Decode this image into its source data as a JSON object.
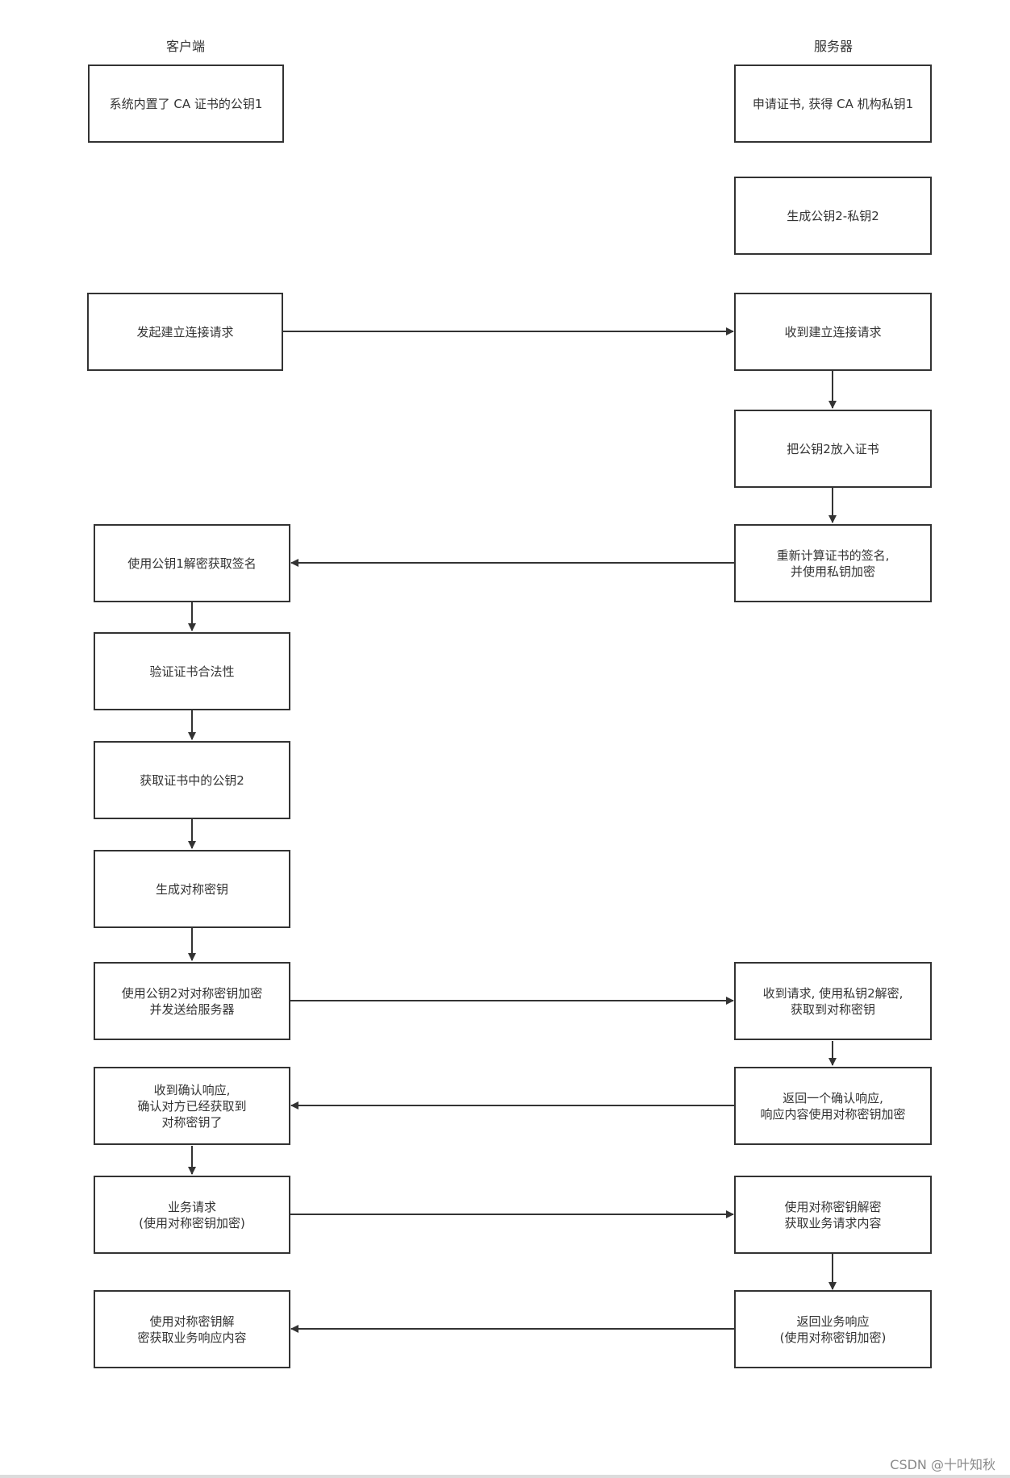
{
  "columns": {
    "client": "客户端",
    "server": "服务器"
  },
  "boxes": {
    "c1": "系统内置了 CA 证书的公钥1",
    "c2": "发起建立连接请求",
    "c3": "使用公钥1解密获取签名",
    "c4": "验证证书合法性",
    "c5": "获取证书中的公钥2",
    "c6": "生成对称密钥",
    "c7": "使用公钥2对对称密钥加密\n并发送给服务器",
    "c8": "收到确认响应,\n确认对方已经获取到\n对称密钥了",
    "c9": "业务请求\n(使用对称密钥加密)",
    "c10": "使用对称密钥解\n密获取业务响应内容",
    "s1": "申请证书, 获得 CA 机构私钥1",
    "s2": "生成公钥2-私钥2",
    "s3": "收到建立连接请求",
    "s4": "把公钥2放入证书",
    "s5": "重新计算证书的签名,\n并使用私钥加密",
    "s6": "收到请求, 使用私钥2解密,\n获取到对称密钥",
    "s7": "返回一个确认响应,\n响应内容使用对称密钥加密",
    "s8": "使用对称密钥解密\n获取业务请求内容",
    "s9": "返回业务响应\n(使用对称密钥加密)"
  },
  "watermark": "CSDN @十叶知秋",
  "colors": {
    "stroke": "#333333",
    "text": "#333333",
    "watermark": "#8a8a8a"
  }
}
